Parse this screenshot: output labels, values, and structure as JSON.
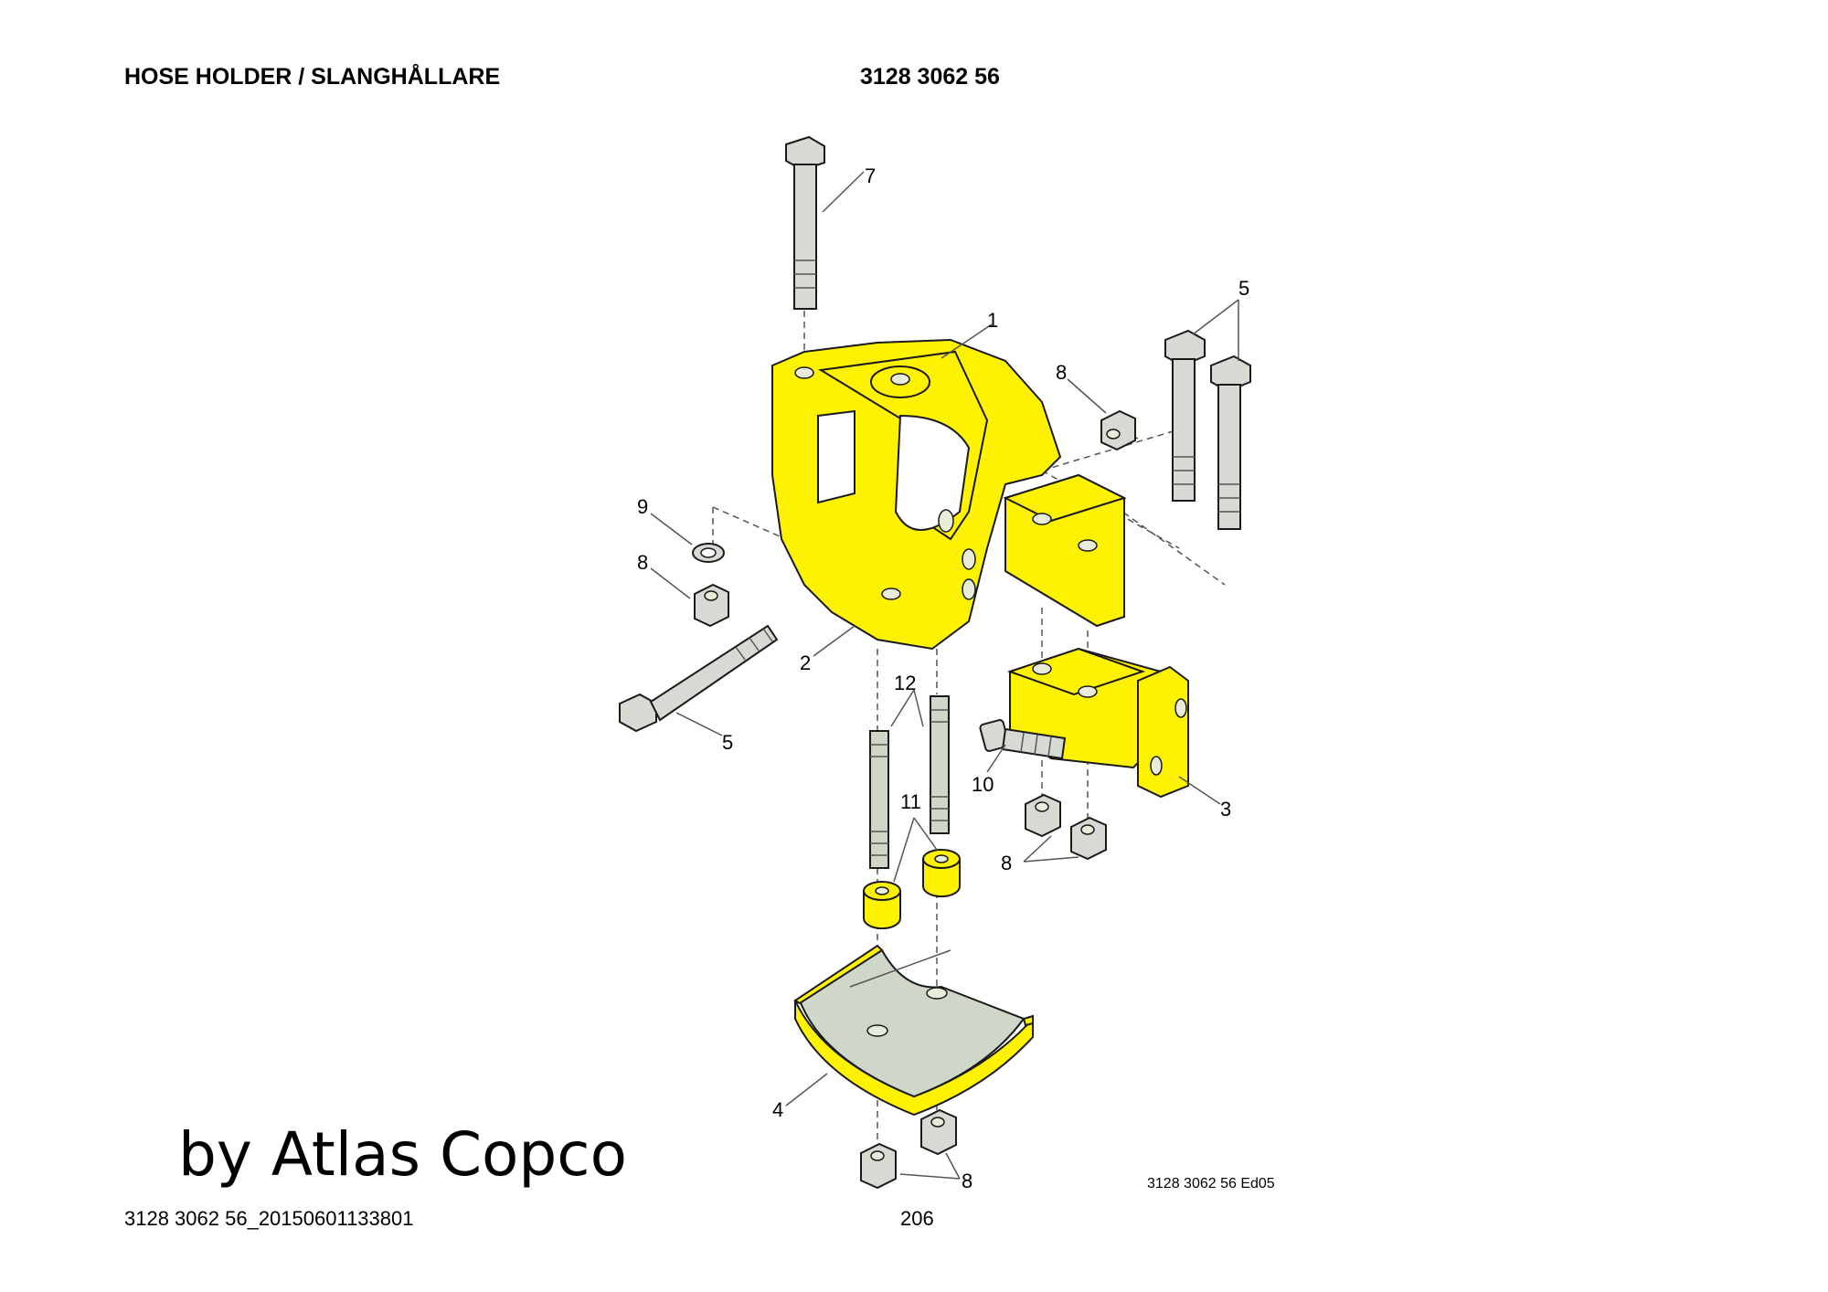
{
  "header": {
    "title": "HOSE HOLDER / SLANGHÅLLARE",
    "part_number": "3128 3062 56"
  },
  "drawing": {
    "edition_label": "3128 3062 56 Ed05",
    "callouts": {
      "c1": "1",
      "c2": "2",
      "c3": "3",
      "c4": "4",
      "c5a": "5",
      "c5b": "5",
      "c7": "7",
      "c8a": "8",
      "c8b": "8",
      "c8c": "8",
      "c8d": "8",
      "c9": "9",
      "c10": "10",
      "c11": "11",
      "c12": "12"
    },
    "colors": {
      "part_yellow": "#fff200",
      "bolt_gray": "#d7d9d3",
      "liner_gray": "#cfd8c8",
      "outline": "#1a1a1a"
    }
  },
  "watermark": "by Atlas Copco",
  "footer": {
    "document_id": "3128 3062 56_20150601133801",
    "page": "206"
  }
}
